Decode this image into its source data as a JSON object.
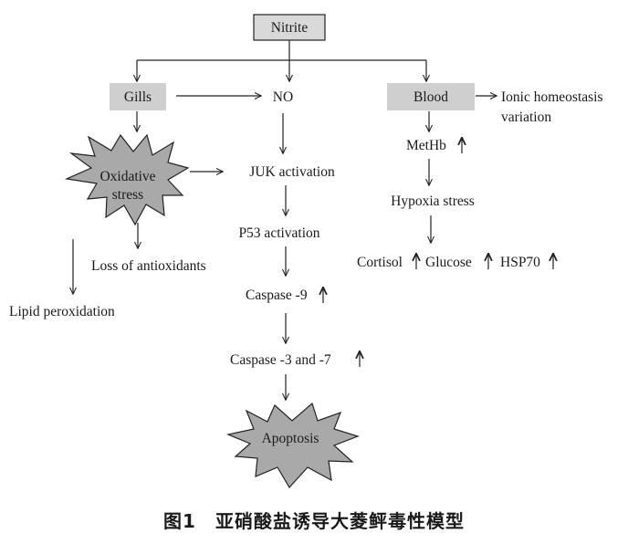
{
  "nodes": {
    "nitrite": "Nitrite",
    "gills": "Gills",
    "blood": "Blood",
    "no": "NO",
    "ionic_line1": "Ionic homeostasis",
    "ionic_line2": "variation",
    "oxidative_line1": "Oxidative",
    "oxidative_line2": "stress",
    "juk": "JUK activation",
    "methb": "MetHb",
    "hypoxia": "Hypoxia stress",
    "p53": "P53 activation",
    "cortisol": "Cortisol",
    "glucose": "Glucose",
    "hsp70": "HSP70",
    "loss_antioxidants": "Loss of antioxidants",
    "lipid": "Lipid peroxidation",
    "caspase9": "Caspase -9",
    "caspase37": "Caspase -3 and -7",
    "apoptosis": "Apoptosis"
  },
  "increase_symbol": "↑",
  "caption": "图1　亚硝酸盐诱导大菱鲆毒性模型",
  "colors": {
    "box_fill": "#cfcfcf",
    "star_fill": "#a9a9a9",
    "line": "#222222"
  }
}
